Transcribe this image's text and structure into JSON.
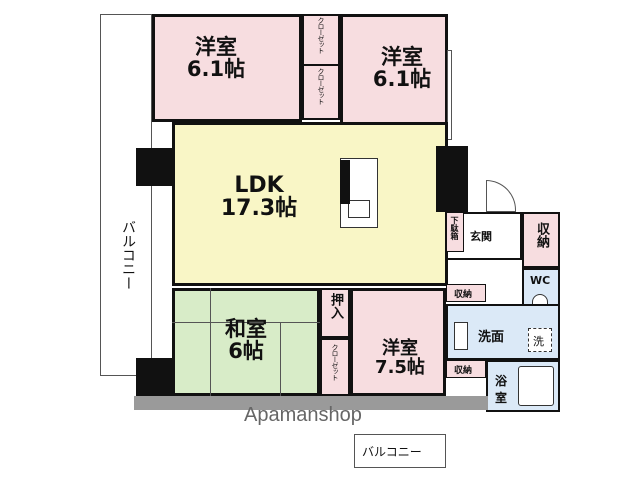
{
  "rooms": {
    "bedroom_nw": {
      "name": "洋室",
      "size": "6.1帖"
    },
    "bedroom_ne": {
      "name": "洋室",
      "size": "6.1帖"
    },
    "ldk": {
      "name": "LDK",
      "size": "17.3帖"
    },
    "washitsu": {
      "name": "和室",
      "size": "6帖"
    },
    "bedroom_s": {
      "name": "洋室",
      "size": "7.5帖"
    }
  },
  "labels": {
    "closet": "クローゼット",
    "oshiire": "押入",
    "shoe_box": "下駄箱",
    "genkan": "玄関",
    "storage": "収納",
    "wc": "WC",
    "senmen": "洗面",
    "sen": "洗",
    "yokushitsu": "浴室",
    "balcony_west": "バルコニー",
    "balcony_south": "バルコニー"
  },
  "watermark": "Apamanshop",
  "colors": {
    "pink": "#f7dde0",
    "ldk_yellow": "#f9f6c6",
    "tatami_green": "#d8ecc8",
    "blue_wet": "#dbe9f7",
    "wall": "#111111",
    "gray_band": "#9a9a9a"
  }
}
